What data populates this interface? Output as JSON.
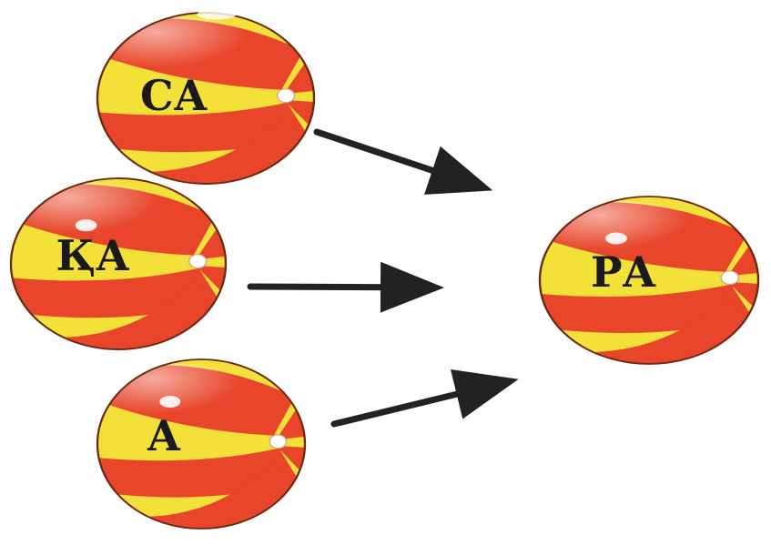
{
  "colors": {
    "stripe_red": "#e8452a",
    "stripe_yellow": "#f3e13a",
    "outline": "#6b2a12",
    "arrow": "#222222",
    "label": "#1a1a1a"
  },
  "balls": {
    "sa": {
      "label": "СА"
    },
    "qa": {
      "label": "ҚА"
    },
    "a": {
      "label": "А"
    },
    "ra": {
      "label": "РА"
    }
  },
  "arrows": [
    {
      "from": "СА",
      "to": "РА"
    },
    {
      "from": "ҚА",
      "to": "РА"
    },
    {
      "from": "А",
      "to": "РА"
    }
  ]
}
